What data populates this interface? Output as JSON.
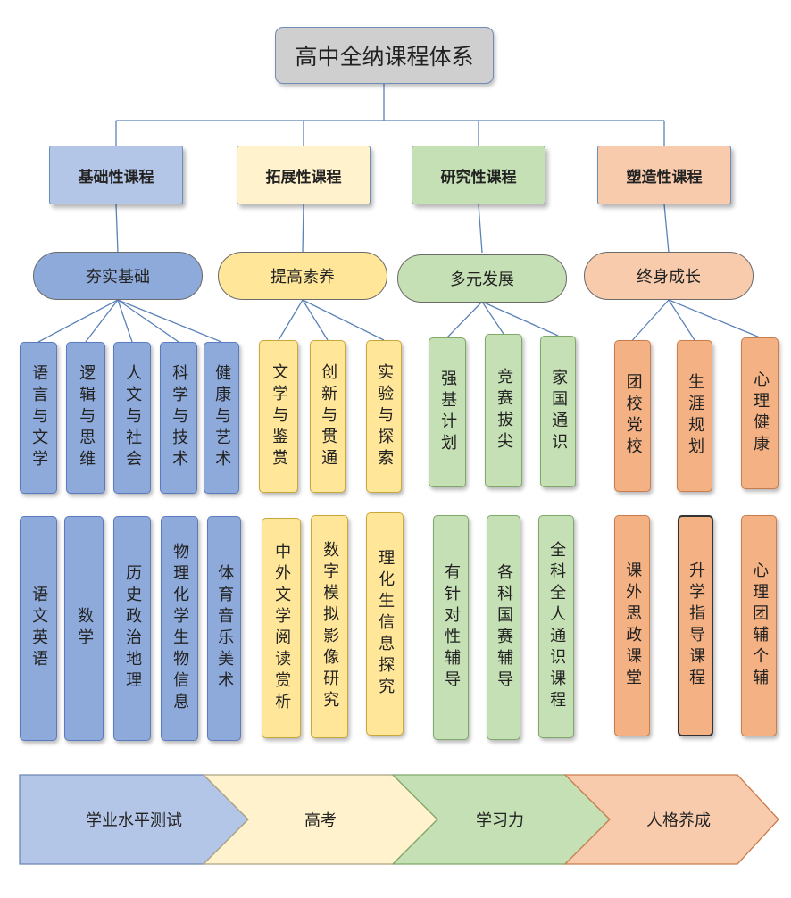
{
  "title": "高中全纳课程体系",
  "categories": [
    {
      "label": "基础性课程",
      "goal": "夯实基础",
      "fill": "#b4c6e7",
      "pill_fill": "#8eaadb",
      "col_fill": "#8eaadb",
      "col_border": "#5a7bbf",
      "subjects": [
        "语言与文学",
        "逻辑与思维",
        "人文与社会",
        "科学与技术",
        "健康与艺术"
      ],
      "details": [
        "语文英语",
        "数学",
        "历史政治地理",
        "物理化学生物信息",
        "体育音乐美术"
      ]
    },
    {
      "label": "拓展性课程",
      "goal": "提高素养",
      "fill": "#fff2cc",
      "pill_fill": "#ffe699",
      "col_fill": "#ffe699",
      "col_border": "#c9a83a",
      "subjects": [
        "文学与鉴赏",
        "创新与贯通",
        "实验与探索"
      ],
      "details": [
        "中外文学阅读赏析",
        "数字模拟影像研究",
        "理化生信息探究"
      ]
    },
    {
      "label": "研究性课程",
      "goal": "多元发展",
      "fill": "#c5e0b4",
      "pill_fill": "#c5e0b4",
      "col_fill": "#c5e0b4",
      "col_border": "#7fa86a",
      "subjects": [
        "强基计划",
        "竞赛拔尖",
        "家国通识"
      ],
      "details": [
        "有针对性辅导",
        "各科国赛辅导",
        "全科全人通识课程"
      ]
    },
    {
      "label": "塑造性课程",
      "goal": "终身成长",
      "fill": "#f8cbad",
      "pill_fill": "#f8cbad",
      "col_fill": "#f4b183",
      "col_border": "#c97c4c",
      "subjects": [
        "团校党校",
        "生涯规划",
        "心理健康"
      ],
      "details": [
        "课外思政课堂",
        "升学指导课程",
        "心理团辅个辅"
      ]
    }
  ],
  "outcomes": [
    {
      "label": "学业水平测试",
      "fill": "#b4c6e7"
    },
    {
      "label": "高考",
      "fill": "#fff2cc"
    },
    {
      "label": "学习力",
      "fill": "#c5e0b4"
    },
    {
      "label": "人格养成",
      "fill": "#f8cbad"
    }
  ]
}
